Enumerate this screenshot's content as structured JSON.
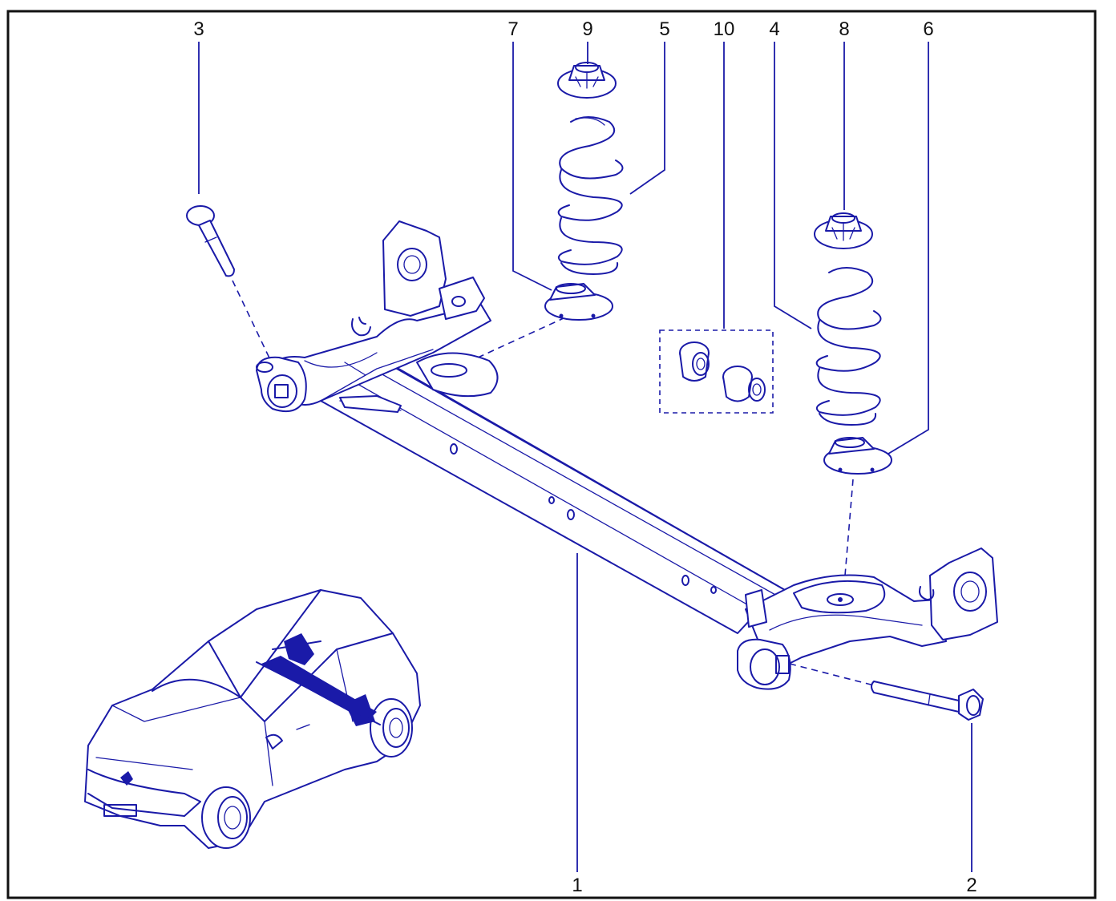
{
  "diagram": {
    "colors": {
      "ink": "#1a1aa8",
      "frame": "#111111",
      "background": "#ffffff"
    },
    "callouts": [
      {
        "id": "c1",
        "label": "1"
      },
      {
        "id": "c2",
        "label": "2"
      },
      {
        "id": "c3",
        "label": "3"
      },
      {
        "id": "c4",
        "label": "4"
      },
      {
        "id": "c5",
        "label": "5"
      },
      {
        "id": "c6",
        "label": "6"
      },
      {
        "id": "c7",
        "label": "7"
      },
      {
        "id": "c8",
        "label": "8"
      },
      {
        "id": "c9",
        "label": "9"
      },
      {
        "id": "c10",
        "label": "10"
      }
    ],
    "parts": [
      {
        "name": "rear-axle-beam",
        "callout": "1"
      },
      {
        "name": "right-pivot-bolt",
        "callout": "2"
      },
      {
        "name": "left-pivot-bolt",
        "callout": "3"
      },
      {
        "name": "right-coil-spring",
        "callout": "4"
      },
      {
        "name": "left-coil-spring",
        "callout": "5"
      },
      {
        "name": "right-lower-spring-seat",
        "callout": "6"
      },
      {
        "name": "left-lower-spring-seat",
        "callout": "7"
      },
      {
        "name": "right-upper-spring-seat",
        "callout": "8"
      },
      {
        "name": "left-upper-spring-seat",
        "callout": "9"
      },
      {
        "name": "axle-bushings",
        "callout": "10"
      }
    ]
  }
}
